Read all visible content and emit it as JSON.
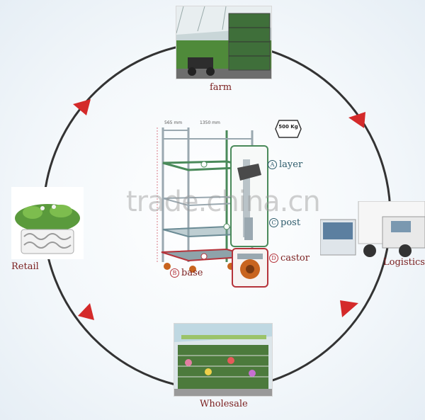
{
  "stages": {
    "farm": "farm",
    "logistics": "Logistics",
    "wholesale": "Wholesale",
    "retail": "Retail"
  },
  "parts": {
    "layer": {
      "badge": "A",
      "label": "layer"
    },
    "post": {
      "badge": "C",
      "label": "post"
    },
    "castor": {
      "badge": "D",
      "label": "castor"
    },
    "base": {
      "badge": "B",
      "label": "base"
    }
  },
  "capacity_badge": "500 Kg",
  "dimensions": {
    "depth": "565 mm",
    "width": "1350 mm"
  },
  "watermark": "trade.china.cn",
  "colors": {
    "arrow": "#d42a2a",
    "ring": "#333333",
    "frame": "#4a8a5a",
    "label": "#7a1e1e"
  }
}
